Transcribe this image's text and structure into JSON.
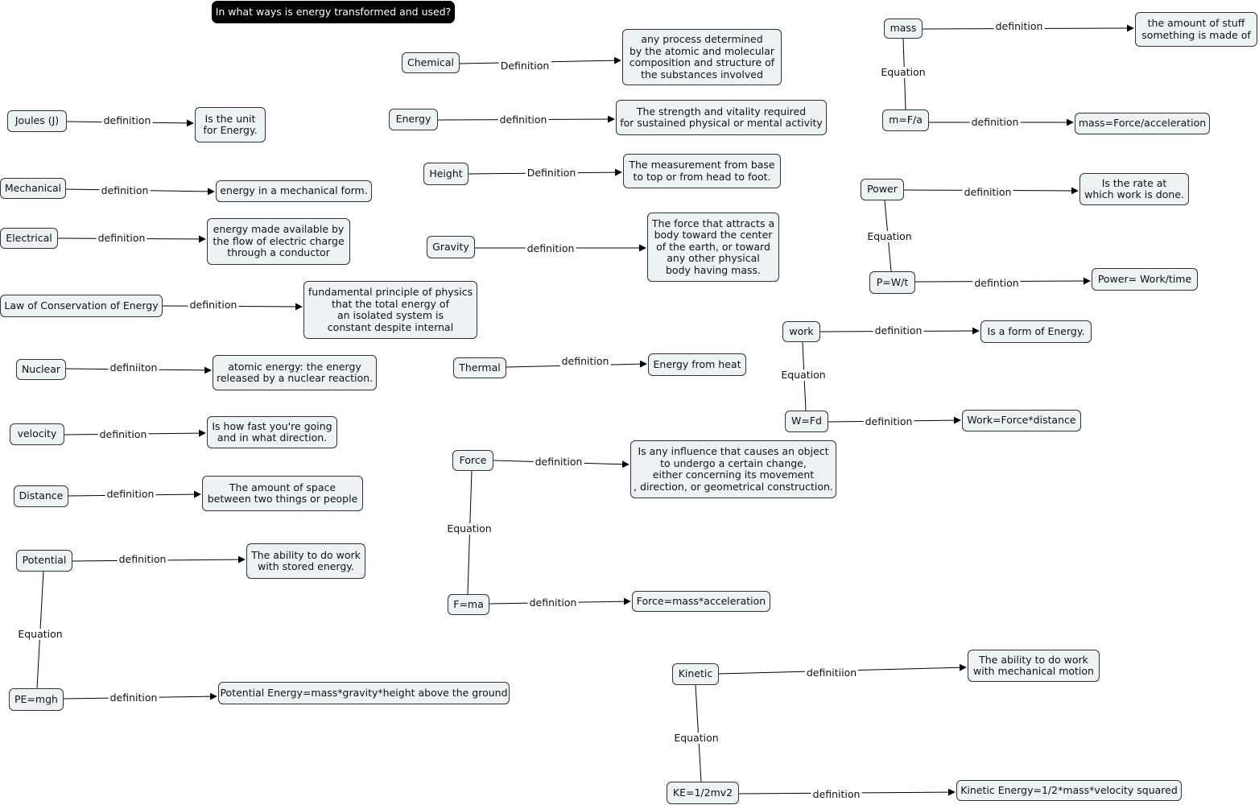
{
  "title": "In what ways is energy transformed and used?",
  "concepts": {
    "joules": "Joules (J)",
    "joules_def": "Is the unit\nfor Energy.",
    "mechanical": "Mechanical",
    "mechanical_def": "energy in a mechanical form.",
    "electrical": "Electrical",
    "electrical_def": "energy made available by\nthe flow of electric charge\nthrough a conductor",
    "law": "Law of Conservation of Energy",
    "law_def": "fundamental principle of physics\nthat the total energy of\nan isolated system is\nconstant despite internal",
    "nuclear": "Nuclear",
    "nuclear_def": "atomic energy: the energy\nreleased by a nuclear reaction.",
    "velocity": "velocity",
    "velocity_def": "Is how fast you're going\nand in what direction.",
    "distance": "Distance",
    "distance_def": "The amount of space\nbetween two things or people",
    "potential": "Potential",
    "potential_def": "The ability to do work\nwith stored energy.",
    "pe": "PE=mgh",
    "pe_def": "Potential Energy=mass*gravity*height above the ground",
    "chemical": "Chemical",
    "chemical_def": "any process determined\nby the atomic and molecular\ncomposition and structure of\nthe substances involved",
    "energy": "Energy",
    "energy_def": "The strength and vitality required\nfor sustained physical or mental activity",
    "height": "Height",
    "height_def": "The measurement from base\nto top or from head to foot.",
    "gravity": "Gravity",
    "gravity_def": "The force that attracts a\nbody toward the center\nof the earth, or toward\nany other physical\nbody having mass.",
    "thermal": "Thermal",
    "thermal_def": "Energy from heat",
    "force": "Force",
    "force_def": "Is any influence that causes an object\nto undergo a certain change,\neither concerning its movement\n, direction, or geometrical construction.",
    "fma": "F=ma",
    "fma_def": "Force=mass*acceleration",
    "kinetic": "Kinetic",
    "kinetic_def": "The ability to do work\nwith mechanical motion",
    "ke": "KE=1/2mv2",
    "ke_def": "Kinetic Energy=1/2*mass*velocity squared",
    "mass": "mass",
    "mass_def": "the amount of stuff\nsomething is made of",
    "mfa": "m=F/a",
    "mfa_def": "mass=Force/acceleration",
    "power": "Power",
    "power_def": "Is the rate at\nwhich work is done.",
    "pwt": "P=W/t",
    "pwt_def": "Power= Work/time",
    "work": "work",
    "work_def": "Is a form of Energy.",
    "wfd": "W=Fd",
    "wfd_def": "Work=Force*distance"
  },
  "link_labels": {
    "joules": "definition",
    "mechanical": "definition",
    "electrical": "definition",
    "law": "definition",
    "nuclear": "definiiton",
    "velocity": "definition",
    "distance": "definition",
    "potential": "definition",
    "potential_eq": "Equation",
    "pe": "definition",
    "chemical": "Definition",
    "energy": "definition",
    "height": "Definition",
    "gravity": "definition",
    "thermal": "definition",
    "force": "definition",
    "force_eq": "Equation",
    "fma": "definition",
    "kinetic": "definitiion",
    "kinetic_eq": "Equation",
    "ke": "definition",
    "mass": "definition",
    "mass_eq": "Equation",
    "mfa": "definition",
    "power": "definition",
    "power_eq": "Equation",
    "pwt": "defintion",
    "work": "definition",
    "work_eq": "Equation",
    "wfd": "definition"
  }
}
